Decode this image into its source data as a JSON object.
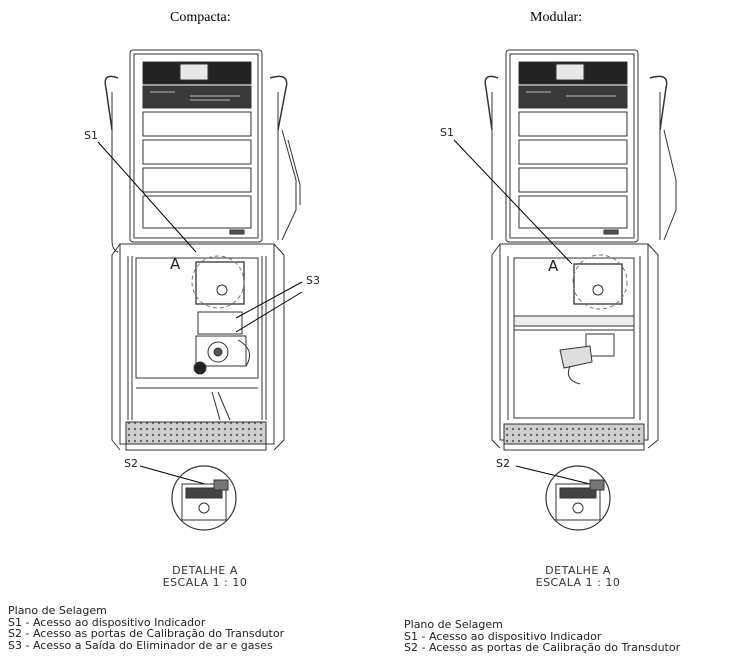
{
  "left": {
    "title": "Compacta:",
    "label_s1": "S1",
    "label_s2": "S2",
    "label_s3": "S3",
    "label_a": "A",
    "detail_line1": "DETALHE A",
    "detail_line2": "ESCALA 1 : 10",
    "legend": {
      "heading": "Plano de Selagem",
      "items": [
        "S1 - Acesso ao dispositivo Indicador",
        "S2 - Acesso as portas de Calibração do Transdutor",
        "S3 - Acesso a Saída do Eliminador de ar e gases"
      ]
    }
  },
  "right": {
    "title": "Modular:",
    "label_s1": "S1",
    "label_s2": "S2",
    "label_a": "A",
    "detail_line1": "DETALHE A",
    "detail_line2": "ESCALA 1 : 10",
    "legend": {
      "heading": "Plano de Selagem",
      "items": [
        "S1 - Acesso ao dispositivo Indicador",
        "S2 - Acesso as portas de Calibração do Transdutor"
      ]
    }
  }
}
